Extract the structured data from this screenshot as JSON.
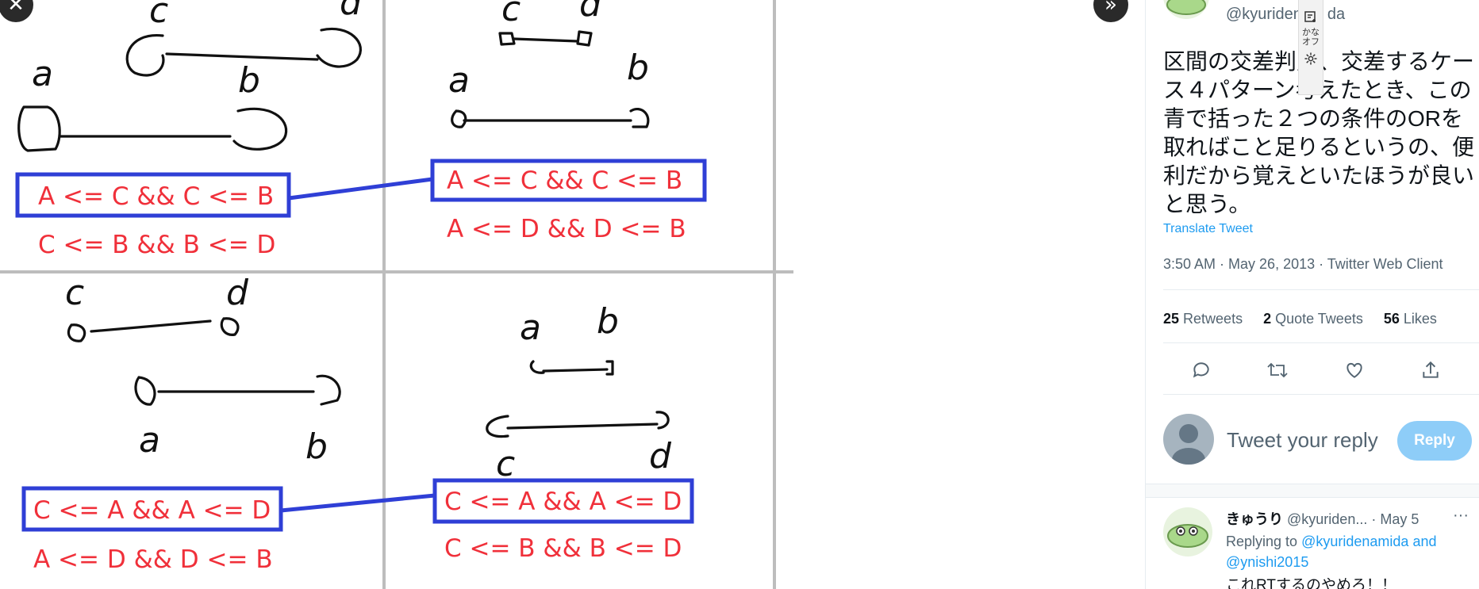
{
  "media": {
    "close_icon": "close-icon",
    "expand_icon": "chevrons-right-icon",
    "quadrants": [
      {
        "labels": {
          "left_top": "c",
          "right_top": "d",
          "left_bottom": "a",
          "right_bottom": "b"
        },
        "boxed_condition": "A <= C && C <= B",
        "other_condition": "C <= B && B <= D"
      },
      {
        "labels": {
          "left_top": "c",
          "right_top": "d",
          "left_bottom": "a",
          "right_bottom": "b"
        },
        "boxed_condition": "A <= C && C <= B",
        "other_condition": "A <= D && D <= B"
      },
      {
        "labels": {
          "left_top": "c",
          "right_top": "d",
          "left_bottom": "a",
          "right_bottom": "b"
        },
        "boxed_condition": "C <= A && A <= D",
        "other_condition": "A <= D && D <= B"
      },
      {
        "labels": {
          "left_top": "a",
          "right_top": "b",
          "left_bottom": "c",
          "right_bottom": "d"
        },
        "boxed_condition": "C <= A && A <= D",
        "other_condition": "C <= B && B <= D"
      }
    ],
    "colors": {
      "condition_text": "#f0303a",
      "box_stroke": "#2f3fd6",
      "grid": "#bdbdbd"
    }
  },
  "tweet": {
    "handle_visible": "@kyuriden",
    "handle_visible_tail": "da",
    "text": "区間の交差判定、交差するケース４パターン考えたとき、この青で括った２つの条件のORを取ればこと足りるというの、便利だから覚えといたほうが良いと思う。",
    "translate_label": "Translate Tweet",
    "timestamp": "3:50 AM · May 26, 2013 · Twitter Web Client",
    "stats": [
      {
        "count": "25",
        "label": "Retweets"
      },
      {
        "count": "2",
        "label": "Quote Tweets"
      },
      {
        "count": "56",
        "label": "Likes"
      }
    ],
    "action_icons": [
      "reply-icon",
      "retweet-icon",
      "like-icon",
      "share-icon"
    ]
  },
  "reply_box": {
    "placeholder": "Tweet your reply",
    "button_label": "Reply",
    "button_color": "#8ecdf8"
  },
  "reply": {
    "name": "きゅうり",
    "handle": "@kyuriden...",
    "date": "· May 5",
    "more_label": "···",
    "replying_prefix": "Replying to",
    "mention1": "@kyuridenamida",
    "and_label": "and",
    "mention2": "@ynishi2015",
    "text": "これRTするのやめろ！！"
  },
  "ime_toolbar": {
    "kana_label": "かな\nオフ",
    "icons": [
      "note-icon",
      "note-add-icon",
      "gear-icon"
    ]
  },
  "accent": "#1d9bf0"
}
